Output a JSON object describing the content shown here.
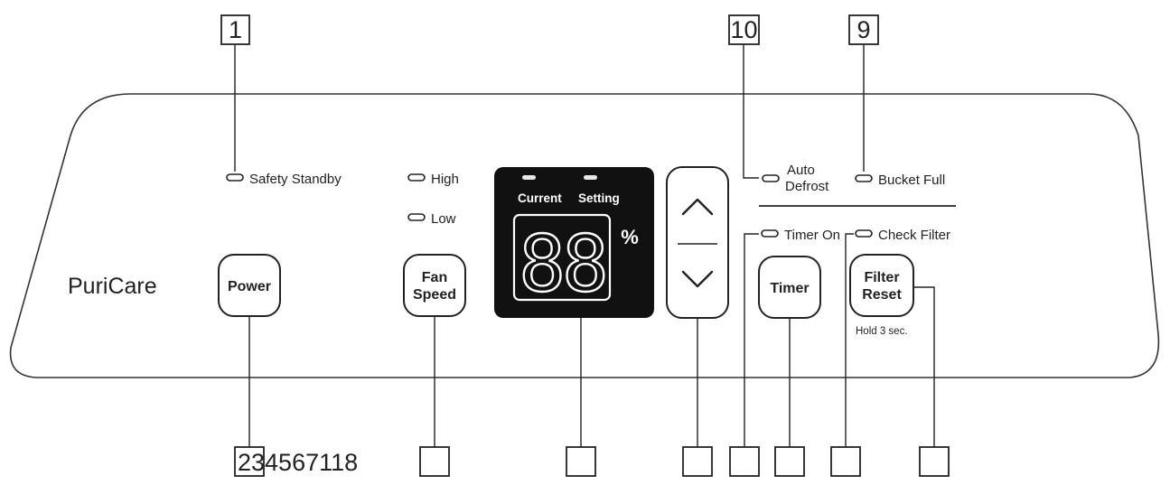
{
  "panel": {
    "brand": "PuriCare",
    "indicators": {
      "safety_standby": "Safety Standby",
      "high": "High",
      "low": "Low",
      "auto_defrost_line1": "Auto",
      "auto_defrost_line2": "Defrost",
      "bucket_full": "Bucket Full",
      "timer_on": "Timer On",
      "check_filter": "Check Filter"
    },
    "buttons": {
      "power": "Power",
      "fan_speed_line1": "Fan",
      "fan_speed_line2": "Speed",
      "timer": "Timer",
      "filter_reset_line1": "Filter",
      "filter_reset_line2": "Reset"
    },
    "hold_note": "Hold 3 sec.",
    "display": {
      "current": "Current",
      "setting": "Setting",
      "digits": "88",
      "unit": "%"
    },
    "arrows": {
      "up": "up-chevron-icon",
      "down": "down-chevron-icon"
    }
  },
  "callouts": {
    "top": [
      "1",
      "10",
      "9"
    ],
    "bottom_text": "234567118"
  }
}
